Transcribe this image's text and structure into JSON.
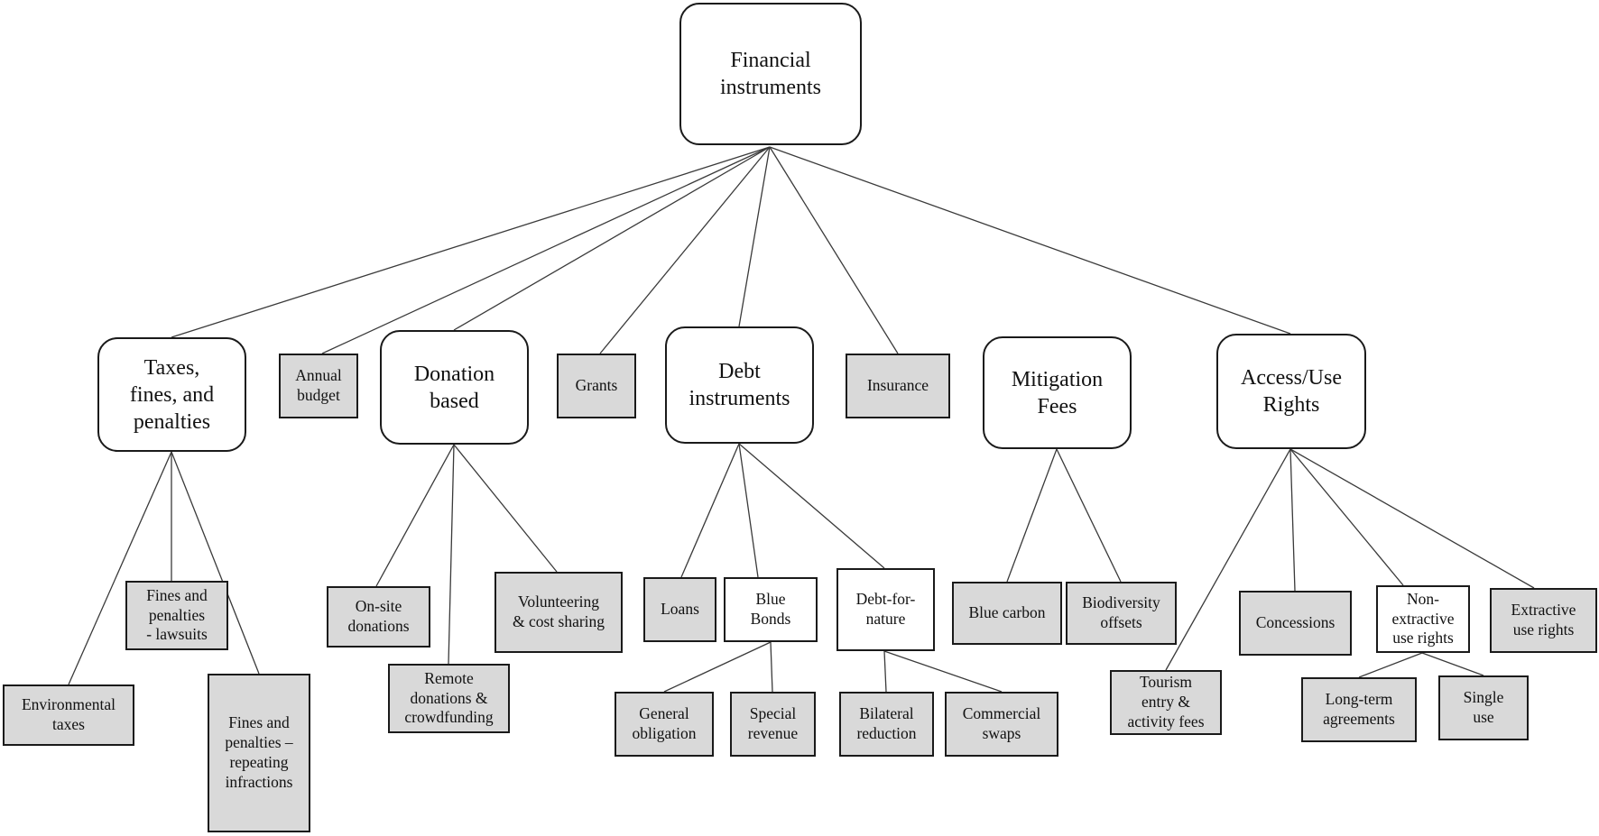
{
  "diagram": {
    "nodes": [
      {
        "id": "root",
        "label": "Financial\ninstruments",
        "kind": "rounded"
      },
      {
        "id": "taxes",
        "label": "Taxes,\nfines, and\npenalties",
        "kind": "rounded"
      },
      {
        "id": "annual_budget",
        "label": "Annual\nbudget",
        "kind": "gray"
      },
      {
        "id": "donation",
        "label": "Donation\nbased",
        "kind": "rounded"
      },
      {
        "id": "grants",
        "label": "Grants",
        "kind": "gray"
      },
      {
        "id": "debt",
        "label": "Debt\ninstruments",
        "kind": "rounded"
      },
      {
        "id": "insurance",
        "label": "Insurance",
        "kind": "gray"
      },
      {
        "id": "mitigation",
        "label": "Mitigation\nFees",
        "kind": "rounded"
      },
      {
        "id": "access",
        "label": "Access/Use\nRights",
        "kind": "rounded"
      },
      {
        "id": "env_taxes",
        "label": "Environmental\ntaxes",
        "kind": "gray"
      },
      {
        "id": "fines_lawsuits",
        "label": "Fines and\npenalties\n- lawsuits",
        "kind": "gray"
      },
      {
        "id": "fines_repeating",
        "label": "Fines and\npenalties –\nrepeating\ninfractions",
        "kind": "gray"
      },
      {
        "id": "onsite",
        "label": "On-site\ndonations",
        "kind": "gray"
      },
      {
        "id": "remote",
        "label": "Remote\ndonations &\ncrowdfunding",
        "kind": "gray"
      },
      {
        "id": "volunteering",
        "label": "Volunteering\n& cost sharing",
        "kind": "gray"
      },
      {
        "id": "loans",
        "label": "Loans",
        "kind": "gray"
      },
      {
        "id": "blue_bonds",
        "label": "Blue\nBonds",
        "kind": "white"
      },
      {
        "id": "debt_for_nature",
        "label": "Debt-for-\nnature",
        "kind": "white"
      },
      {
        "id": "general_obligation",
        "label": "General\nobligation",
        "kind": "gray"
      },
      {
        "id": "special_revenue",
        "label": "Special\nrevenue",
        "kind": "gray"
      },
      {
        "id": "bilateral",
        "label": "Bilateral\nreduction",
        "kind": "gray"
      },
      {
        "id": "commercial",
        "label": "Commercial\nswaps",
        "kind": "gray"
      },
      {
        "id": "blue_carbon",
        "label": "Blue carbon",
        "kind": "gray"
      },
      {
        "id": "biodiversity",
        "label": "Biodiversity\noffsets",
        "kind": "gray"
      },
      {
        "id": "tourism",
        "label": "Tourism\nentry &\nactivity fees",
        "kind": "gray"
      },
      {
        "id": "concessions",
        "label": "Concessions",
        "kind": "gray"
      },
      {
        "id": "non_extractive",
        "label": "Non-\nextractive\nuse rights",
        "kind": "white"
      },
      {
        "id": "extractive",
        "label": "Extractive\nuse rights",
        "kind": "gray"
      },
      {
        "id": "long_term",
        "label": "Long-term\nagreements",
        "kind": "gray"
      },
      {
        "id": "single_use",
        "label": "Single\nuse",
        "kind": "gray"
      }
    ],
    "edges": [
      [
        "root",
        "taxes"
      ],
      [
        "root",
        "annual_budget"
      ],
      [
        "root",
        "donation"
      ],
      [
        "root",
        "grants"
      ],
      [
        "root",
        "debt"
      ],
      [
        "root",
        "insurance"
      ],
      [
        "root",
        "access"
      ],
      [
        "taxes",
        "env_taxes"
      ],
      [
        "taxes",
        "fines_lawsuits"
      ],
      [
        "taxes",
        "fines_repeating"
      ],
      [
        "donation",
        "onsite"
      ],
      [
        "donation",
        "remote"
      ],
      [
        "donation",
        "volunteering"
      ],
      [
        "debt",
        "loans"
      ],
      [
        "debt",
        "blue_bonds"
      ],
      [
        "debt",
        "debt_for_nature"
      ],
      [
        "blue_bonds",
        "general_obligation"
      ],
      [
        "blue_bonds",
        "special_revenue"
      ],
      [
        "debt_for_nature",
        "bilateral"
      ],
      [
        "debt_for_nature",
        "commercial"
      ],
      [
        "mitigation",
        "blue_carbon"
      ],
      [
        "mitigation",
        "biodiversity"
      ],
      [
        "access",
        "tourism"
      ],
      [
        "access",
        "concessions"
      ],
      [
        "access",
        "non_extractive"
      ],
      [
        "access",
        "extractive"
      ],
      [
        "non_extractive",
        "long_term"
      ],
      [
        "non_extractive",
        "single_use"
      ]
    ]
  }
}
